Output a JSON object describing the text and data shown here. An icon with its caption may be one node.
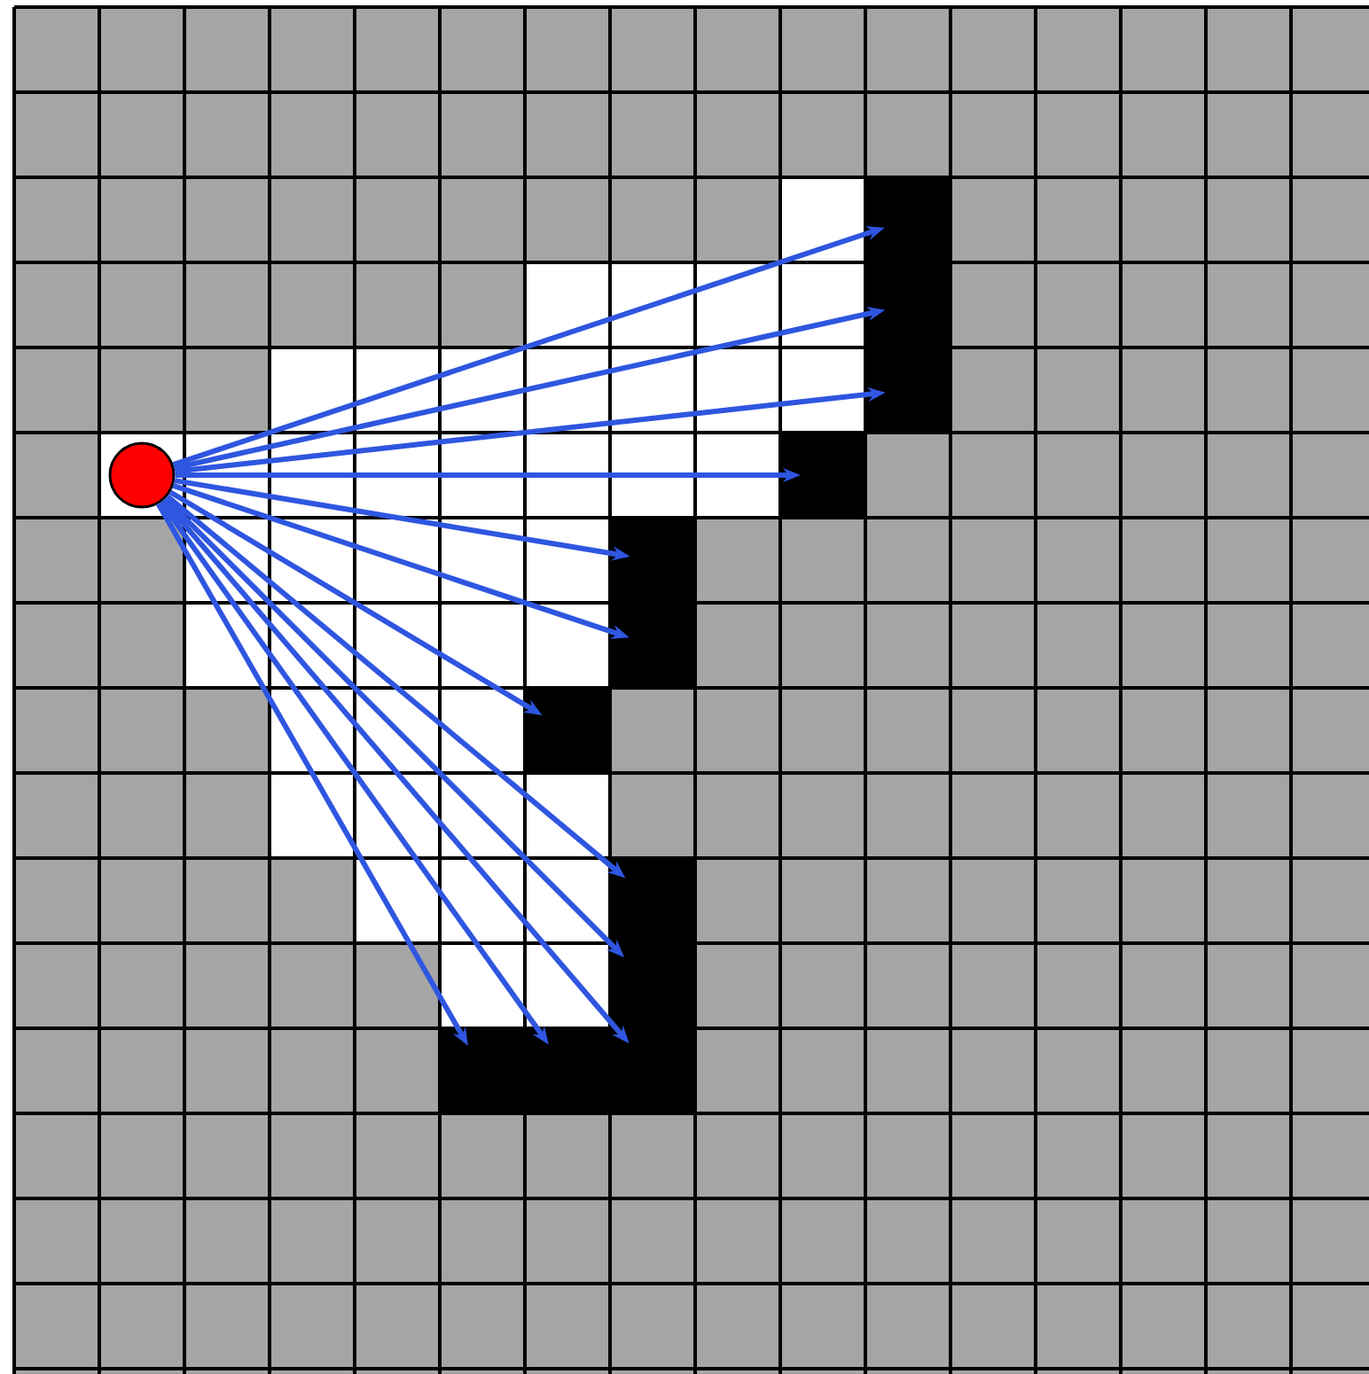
{
  "diagram": {
    "nodes": [
      {
        "text": [],
        "shape": "circle"
      },
      {
        "text": [],
        "shape": "box"
      },
      {
        "text": [],
        "shape": "box"
      },
      {
        "text": [],
        "shape": "box"
      },
      {
        "text": [],
        "shape": "box"
      },
      {
        "text": [],
        "shape": "box"
      },
      {
        "text": [],
        "shape": "box"
      },
      {
        "text": [],
        "shape": "box"
      },
      {
        "text": [],
        "shape": "box"
      },
      {
        "text": [],
        "shape": "box"
      },
      {
        "text": [],
        "shape": "box"
      },
      {
        "text": [],
        "shape": "box"
      },
      {
        "text": [],
        "shape": "box"
      }
    ],
    "edges": [
      {
        "from": 0,
        "to": 1,
        "arrow": "to"
      },
      {
        "from": 0,
        "to": 2,
        "arrow": "to"
      },
      {
        "from": 0,
        "to": 3,
        "arrow": "to"
      },
      {
        "from": 0,
        "to": 4,
        "arrow": "to"
      },
      {
        "from": 0,
        "to": 5,
        "arrow": "to"
      },
      {
        "from": 0,
        "to": 6,
        "arrow": "to"
      },
      {
        "from": 0,
        "to": 7,
        "arrow": "to"
      },
      {
        "from": 0,
        "to": 8,
        "arrow": "to"
      },
      {
        "from": 0,
        "to": 9,
        "arrow": "to"
      },
      {
        "from": 0,
        "to": 10,
        "arrow": "to"
      },
      {
        "from": 0,
        "to": 11,
        "arrow": "to"
      },
      {
        "from": 0,
        "to": 12,
        "arrow": "to"
      }
    ]
  }
}
